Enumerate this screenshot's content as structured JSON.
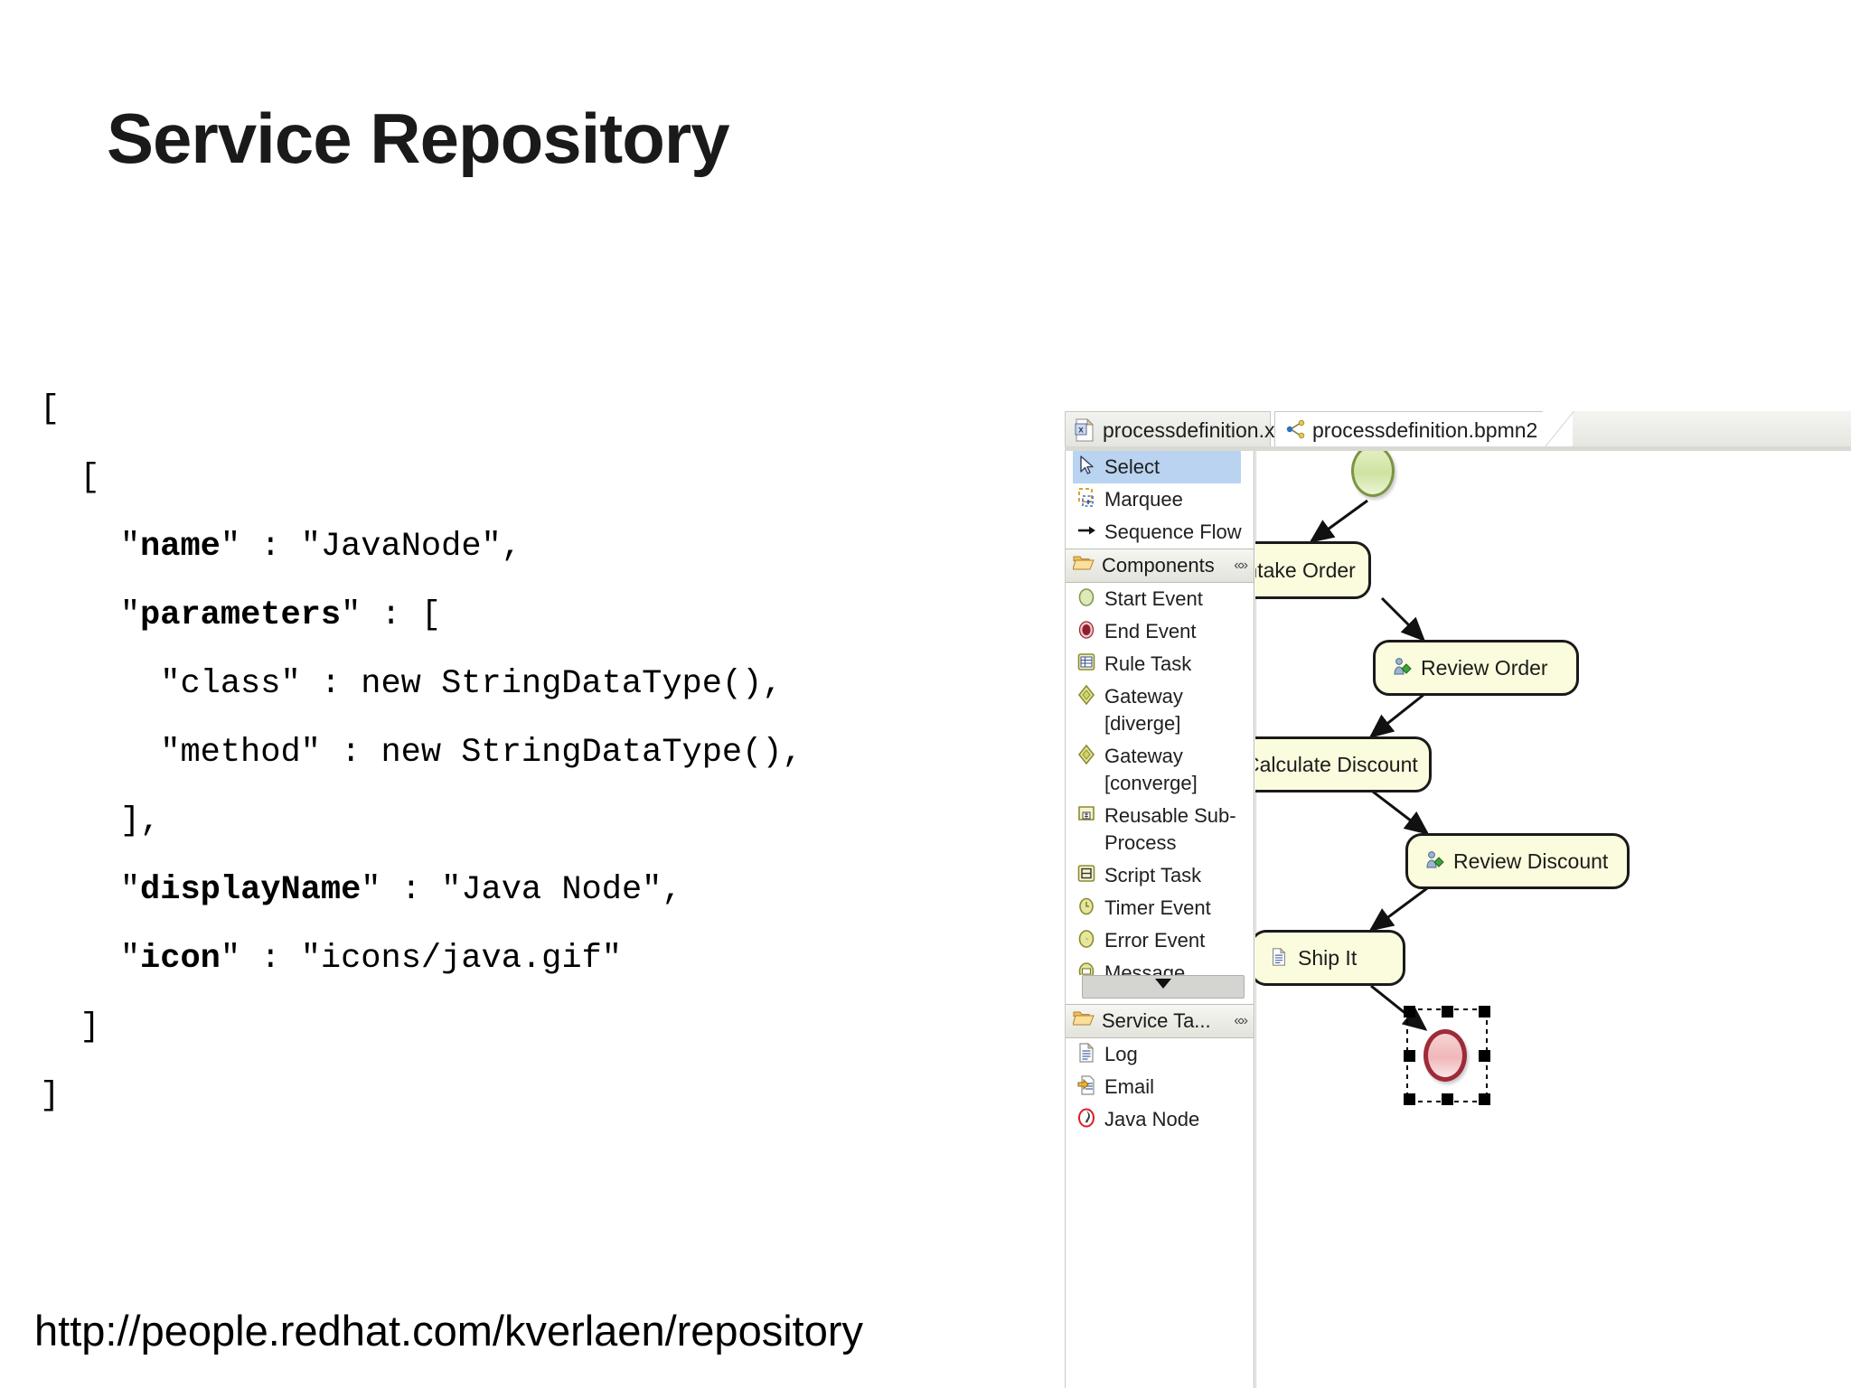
{
  "slide": {
    "title": "Service Repository",
    "url": "http://people.redhat.com/kverlaen/repository"
  },
  "code": {
    "lines": [
      {
        "indent": 0,
        "segments": [
          {
            "text": "[",
            "bold": false
          }
        ]
      },
      {
        "indent": 1,
        "segments": [
          {
            "text": "[",
            "bold": false
          }
        ]
      },
      {
        "indent": 2,
        "segments": [
          {
            "text": "\"",
            "bold": false
          },
          {
            "text": "name",
            "bold": true
          },
          {
            "text": "\" : \"JavaNode\",",
            "bold": false
          }
        ]
      },
      {
        "indent": 2,
        "segments": [
          {
            "text": "\"",
            "bold": false
          },
          {
            "text": "parameters",
            "bold": true
          },
          {
            "text": "\" : [",
            "bold": false
          }
        ]
      },
      {
        "indent": 3,
        "segments": [
          {
            "text": "\"class\" : new StringDataType(),",
            "bold": false
          }
        ]
      },
      {
        "indent": 3,
        "segments": [
          {
            "text": "\"method\" : new StringDataType(),",
            "bold": false
          }
        ]
      },
      {
        "indent": 2,
        "segments": [
          {
            "text": "],",
            "bold": false
          }
        ]
      },
      {
        "indent": 2,
        "segments": [
          {
            "text": "\"",
            "bold": false
          },
          {
            "text": "displayName",
            "bold": true
          },
          {
            "text": "\" : \"Java Node\",",
            "bold": false
          }
        ]
      },
      {
        "indent": 2,
        "segments": [
          {
            "text": "\"",
            "bold": false
          },
          {
            "text": "icon",
            "bold": true
          },
          {
            "text": "\" : \"icons/java.gif\"",
            "bold": false
          }
        ]
      },
      {
        "indent": 1,
        "segments": [
          {
            "text": "]",
            "bold": false
          }
        ]
      },
      {
        "indent": 0,
        "segments": [
          {
            "text": "]",
            "bold": false
          }
        ]
      }
    ]
  },
  "eclipse": {
    "tabs": [
      {
        "label": "processdefinition.xml",
        "icon": "xml-file-icon",
        "active": false,
        "closable": false
      },
      {
        "label": "processdefinition.bpmn2",
        "icon": "bpmn-diagram-icon",
        "active": true,
        "closable": true,
        "close_glyph": "✖"
      }
    ],
    "palette": {
      "tools": [
        {
          "label": "Select",
          "icon": "cursor-arrow-icon",
          "selected": true
        },
        {
          "label": "Marquee",
          "icon": "marquee-select-icon",
          "selected": false
        },
        {
          "label": "Sequence Flow",
          "icon": "arrow-right-icon",
          "selected": false
        }
      ],
      "sections": [
        {
          "title": "Components",
          "icon": "folder-open-icon",
          "collapse_glyph": "«»",
          "items": [
            {
              "label": "Start Event",
              "icon": "start-event-icon"
            },
            {
              "label": "End Event",
              "icon": "end-event-icon"
            },
            {
              "label": "Rule Task",
              "icon": "rule-task-icon"
            },
            {
              "label": "Gateway [diverge]",
              "icon": "gateway-diverge-icon"
            },
            {
              "label": "Gateway [converge]",
              "icon": "gateway-converge-icon"
            },
            {
              "label": "Reusable Sub-Process",
              "icon": "reusable-subprocess-icon"
            },
            {
              "label": "Script Task",
              "icon": "script-task-icon"
            },
            {
              "label": "Timer Event",
              "icon": "timer-event-icon"
            },
            {
              "label": "Error Event",
              "icon": "error-event-icon"
            },
            {
              "label": "Message",
              "icon": "message-event-icon",
              "clipped": true
            }
          ]
        },
        {
          "title": "Service Ta...",
          "icon": "folder-open-icon",
          "collapse_glyph": "«»",
          "items": [
            {
              "label": "Log",
              "icon": "log-document-icon"
            },
            {
              "label": "Email",
              "icon": "email-icon"
            },
            {
              "label": "Java Node",
              "icon": "java-duke-icon"
            }
          ]
        }
      ]
    },
    "diagram": {
      "nodes": [
        {
          "id": "start",
          "type": "start-event",
          "label": "",
          "icon": ""
        },
        {
          "id": "intake",
          "type": "task",
          "label": "Intake Order",
          "icon": "java-duke-icon"
        },
        {
          "id": "review-order",
          "type": "task",
          "label": "Review Order",
          "icon": "human-task-icon"
        },
        {
          "id": "calc-discount",
          "type": "task",
          "label": "Calculate Discount",
          "icon": "java-duke-icon"
        },
        {
          "id": "review-discount",
          "type": "task",
          "label": "Review Discount",
          "icon": "human-task-icon"
        },
        {
          "id": "ship",
          "type": "task",
          "label": "Ship It",
          "icon": "log-document-icon"
        },
        {
          "id": "end",
          "type": "end-event",
          "label": "",
          "icon": "",
          "selected": true
        }
      ],
      "flows": [
        {
          "from": "start",
          "to": "intake"
        },
        {
          "from": "intake",
          "to": "review-order"
        },
        {
          "from": "review-order",
          "to": "calc-discount"
        },
        {
          "from": "calc-discount",
          "to": "review-discount"
        },
        {
          "from": "review-discount",
          "to": "ship"
        },
        {
          "from": "ship",
          "to": "end"
        }
      ]
    }
  },
  "colors": {
    "task_fill": "#fbfbdd",
    "task_border": "#1a1a1a",
    "start_event": "#cfe3a2",
    "end_event": "#9e2b38",
    "selection": "#b9d3f0"
  }
}
